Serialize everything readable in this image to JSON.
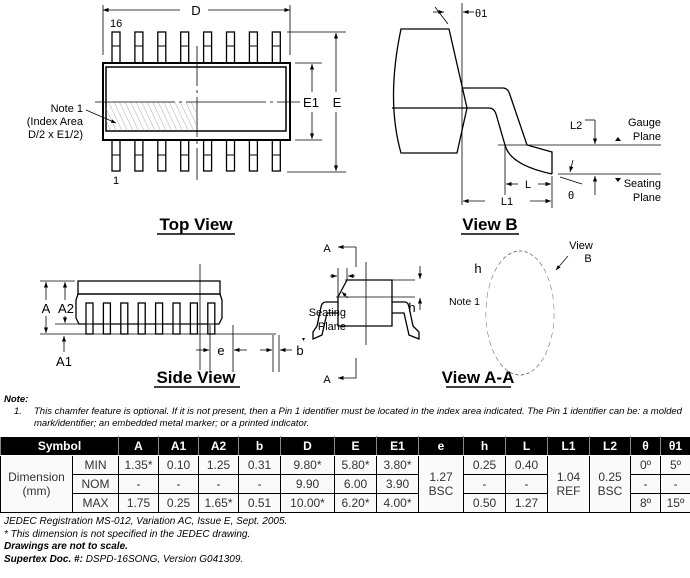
{
  "top_view": {
    "title": "Top View",
    "dim_D": "D",
    "dim_E1": "E1",
    "dim_E": "E",
    "pin_16": "16",
    "pin_1": "1",
    "note_lines": [
      "Note 1",
      "(Index Area",
      "D/2 x E1/2)"
    ]
  },
  "view_b": {
    "title": "View B",
    "theta1": "θ1",
    "L2": "L2",
    "gauge_plane": [
      "Gauge",
      "Plane"
    ],
    "seating_plane": [
      "Seating",
      "Plane"
    ],
    "L": "L",
    "L1": "L1",
    "theta": "θ"
  },
  "side_view": {
    "title": "Side View",
    "A": "A",
    "A2": "A2",
    "A1": "A1",
    "seating_plane": [
      "Seating",
      "Plane"
    ],
    "e": "e",
    "b": "b",
    "section_top": "A",
    "section_bottom": "A"
  },
  "view_aa": {
    "title": "View A-A",
    "h_top": "h",
    "h_left": "h",
    "note": "Note 1",
    "view_b_ref": [
      "View",
      "B"
    ]
  },
  "notes": {
    "heading": "Note:",
    "items": [
      {
        "num": "1.",
        "text": "This chamfer feature is optional. If it is not present, then a Pin 1 identifier must be located in the index area indicated. The Pin 1 identifier can be: a molded mark/identifier; an embedded metal marker; or a printed indicator."
      }
    ]
  },
  "table": {
    "symbol_header": "Symbol",
    "headers": [
      "A",
      "A1",
      "A2",
      "b",
      "D",
      "E",
      "E1",
      "e",
      "h",
      "L",
      "L1",
      "L2",
      "θ",
      "θ1"
    ],
    "row_group": "Dimension (mm)",
    "rows": [
      {
        "label": "MIN",
        "cells": [
          "1.35*",
          "0.10",
          "1.25",
          "0.31",
          "9.80*",
          "5.80*",
          "3.80*",
          "0.25",
          "0.40",
          "0º",
          "5º"
        ]
      },
      {
        "label": "NOM",
        "cells": [
          "-",
          "-",
          "-",
          "-",
          "9.90",
          "6.00",
          "3.90",
          "-",
          "-",
          "-",
          "-"
        ]
      },
      {
        "label": "MAX",
        "cells": [
          "1.75",
          "0.25",
          "1.65*",
          "0.51",
          "10.00*",
          "6.20*",
          "4.00*",
          "0.50",
          "1.27",
          "8º",
          "15º"
        ]
      }
    ],
    "merged": {
      "e": "1.27 BSC",
      "L1": "1.04 REF",
      "L2": "0.25 BSC"
    }
  },
  "footer": {
    "jedec": "JEDEC Registration MS-012, Variation AC, Issue E, Sept. 2005.",
    "asterisk": "* This dimension is not specified in the JEDEC drawing.",
    "scale": "Drawings are not to scale.",
    "doc_label": "Supertex Doc. #:",
    "doc_value": "DSPD-16SONG, Version G041309."
  }
}
